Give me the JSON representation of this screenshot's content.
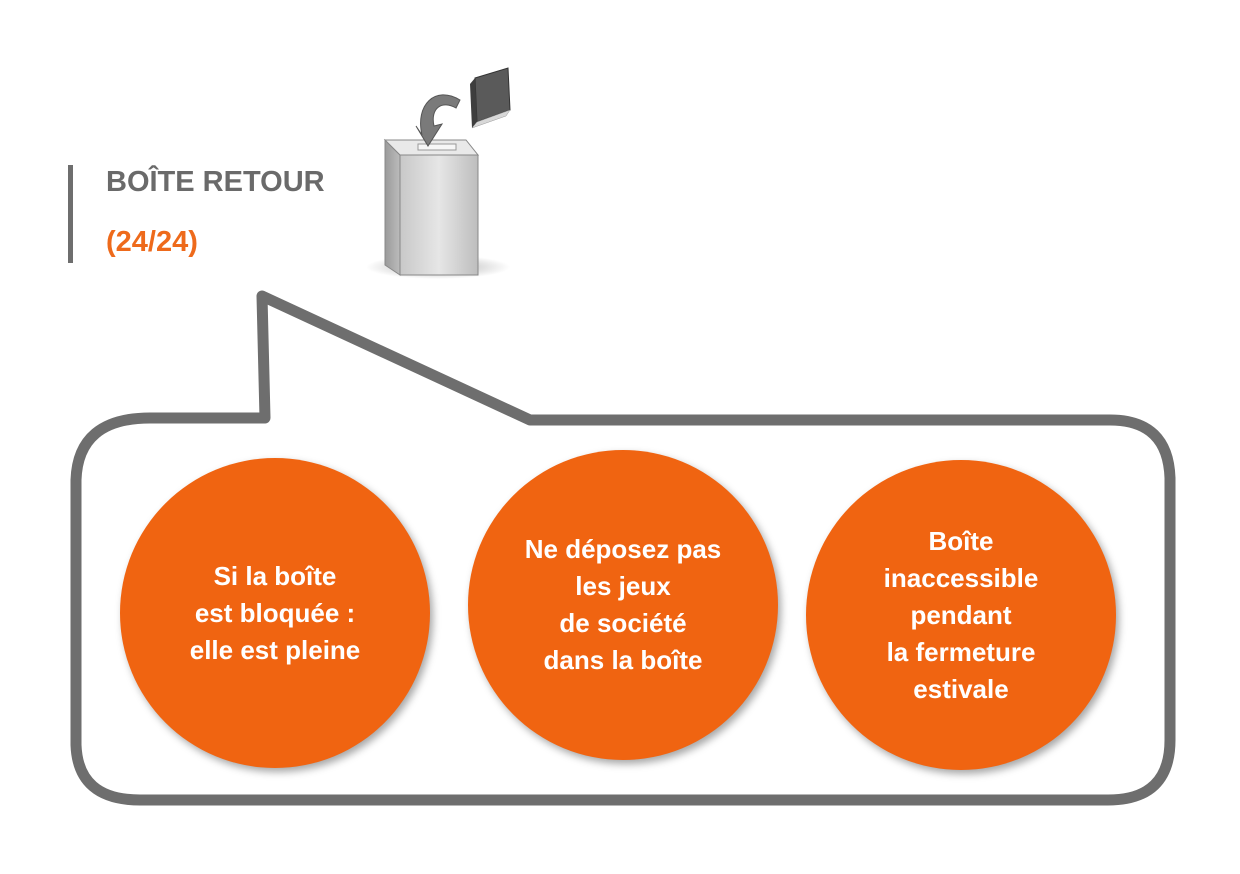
{
  "header": {
    "title": "BOÎTE RETOUR",
    "subtitle": "(24/24)"
  },
  "icon": {
    "name": "return-box-icon"
  },
  "circles": [
    {
      "text": "Si la boîte\nest bloquée :\nelle est pleine"
    },
    {
      "text": "Ne déposez pas\nles jeux\nde société\ndans la boîte"
    },
    {
      "text": "Boîte\ninaccessible\npendant\nla fermeture\nestivale"
    }
  ],
  "colors": {
    "accent": "#f06411",
    "title_gray": "#6a6a6a",
    "outline_gray": "#6e6e6e"
  }
}
